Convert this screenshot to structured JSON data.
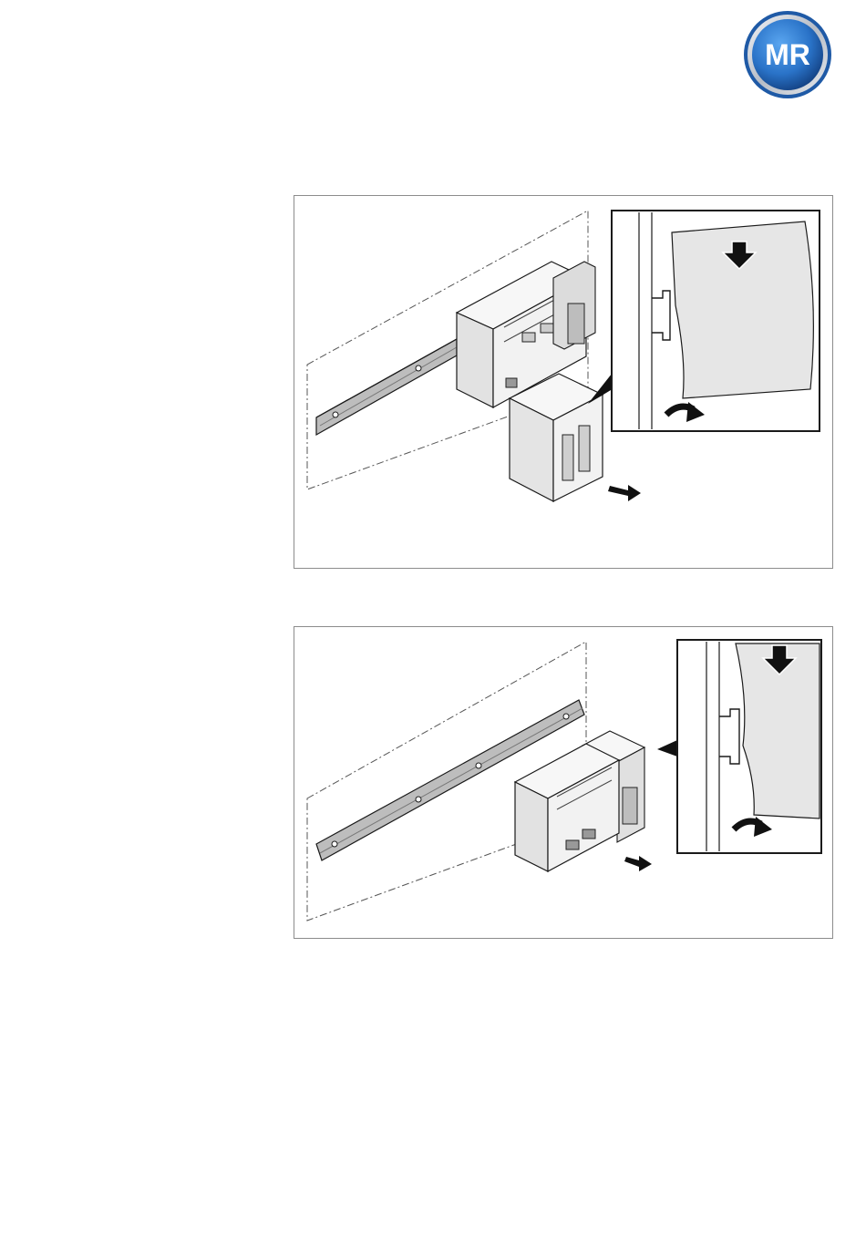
{
  "logo": {
    "text": "MR",
    "colors": {
      "ring": "#1f5aa6",
      "inner": "#2a73c8",
      "silver": "#c9ced6",
      "text": "#ffffff"
    }
  },
  "figures": [
    {
      "icon": "din-rail-removal-illustration"
    },
    {
      "icon": "din-rail-mounting-illustration"
    }
  ],
  "colors": {
    "line": "#1a1a1a",
    "device": "#f2f2f2",
    "panel": "#e6e6e6",
    "rail": "#bdbdbd",
    "arrow": "#111111"
  }
}
